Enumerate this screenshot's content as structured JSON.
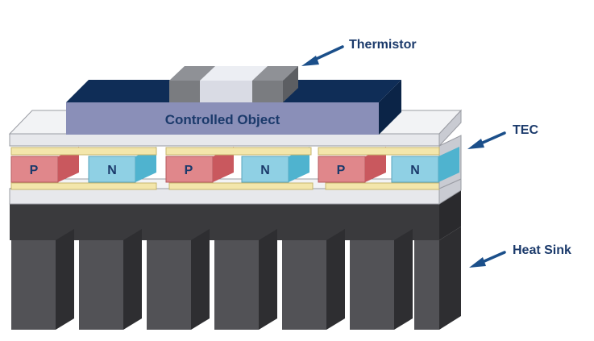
{
  "labels": {
    "thermistor": "Thermistor",
    "tec": "TEC",
    "heat_sink": "Heat Sink",
    "controlled_object": "Controlled Object"
  },
  "pellets": [
    {
      "type": "P"
    },
    {
      "type": "N"
    },
    {
      "type": "P"
    },
    {
      "type": "N"
    },
    {
      "type": "P"
    },
    {
      "type": "N"
    }
  ],
  "colors": {
    "label": "#1b3a6b",
    "arrow": "#1b4f8a",
    "object_front": "#8a8fb8",
    "object_top": "#0f2d57",
    "thermistor_light": "#d9dbe4",
    "thermistor_dark": "#7a7c80",
    "plate": "#e7e8ec",
    "conductor": "#f3e6ab",
    "p_pellet": "#e0878b",
    "n_pellet": "#8fd0e4",
    "heatsink": "#3a3a3d"
  }
}
